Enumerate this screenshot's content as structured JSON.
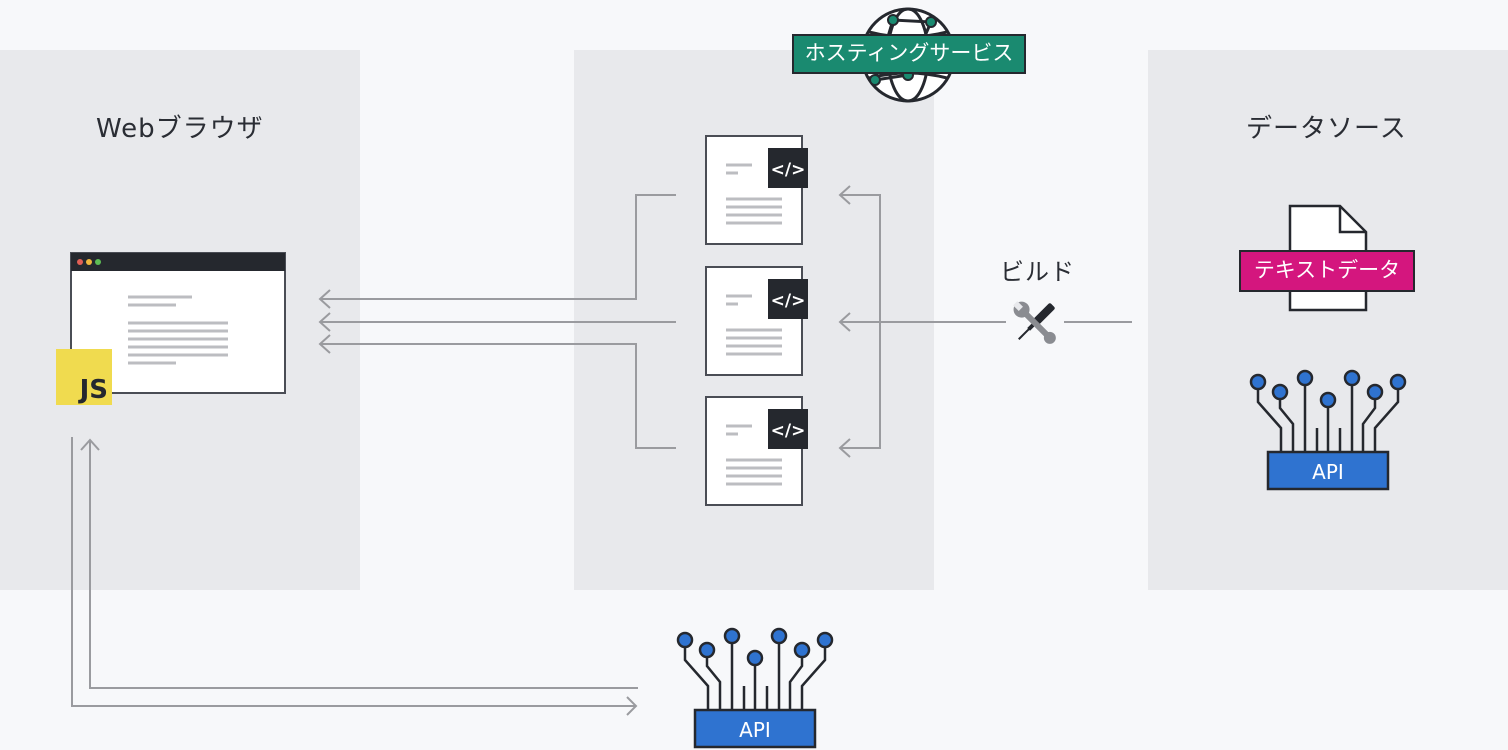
{
  "panels": {
    "browser_title": "Webブラウザ",
    "datasource_title": "データソース"
  },
  "hosting_badge": "ホスティングサービス",
  "build_label": "ビルド",
  "text_data_badge": "テキストデータ",
  "js_badge": "JS",
  "api_right_label": "API",
  "api_bottom_label": "API",
  "code_tag_label": "</>",
  "colors": {
    "background": "#f7f8fa",
    "panel": "#e8e9ec",
    "hosting_badge": "#1a8a70",
    "text_data_badge": "#d4167e",
    "js_badge": "#f0db4f",
    "api_blue": "#2f73d0",
    "arrow": "#9a9b9f",
    "dark": "#25282e"
  },
  "icons": {
    "globe": "globe-icon",
    "build": "wrench-screwdriver-icon",
    "file": "file-icon",
    "api": "api-circuit-icon",
    "code": "code-tag-icon"
  }
}
